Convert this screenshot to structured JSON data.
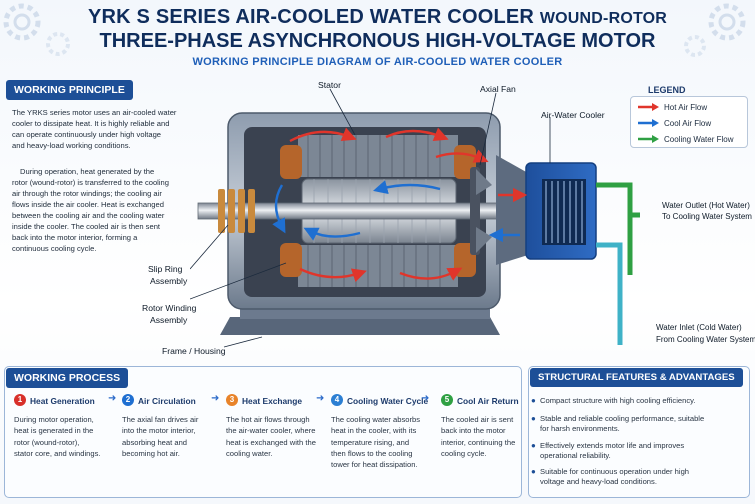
{
  "header": {
    "title_line1_main": "YRK S SERIES  AIR-COOLED WATER COOLER",
    "title_line1_small": "WOUND-ROTOR",
    "title_line2": "THREE-PHASE ASYNCHRONOUS HIGH-VOLTAGE MOTOR",
    "subtitle": "WORKING PRINCIPLE DIAGRAM OF AIR-COOLED WATER COOLER"
  },
  "working_principle": {
    "heading": "WORKING PRINCIPLE",
    "para1": [
      "The YRKS series motor uses an air-cooled water",
      "cooler to dissipate heat. It is highly reliable and",
      "can operate continuously under high voltage",
      "and heavy-load working conditions."
    ],
    "para2": [
      "During operation, heat generated by the",
      "rotor (wound-rotor) is transferred to the cooling",
      "air through the rotor windings; the cooling air",
      "flows inside the air cooler. Heat is exchanged",
      "between the cooling air and the cooling water",
      "inside the cooler. The cooled air is then sent",
      "back into the motor interior, forming a",
      "continuous cooling cycle."
    ]
  },
  "diagram_labels": {
    "stator": "Stator",
    "axial_fan": "Axial Fan",
    "air_water_cooler": "Air-Water Cooler",
    "slip_ring": [
      "Slip Ring",
      "Assembly"
    ],
    "rotor_winding": [
      "Rotor Winding",
      "Assembly"
    ],
    "frame": "Frame / Housing",
    "water_outlet": [
      "Water Outlet (Hot Water)",
      "To Cooling Water System"
    ],
    "water_inlet": [
      "Water Inlet (Cold Water)",
      "From Cooling Water System"
    ]
  },
  "legend": {
    "title": "LEGEND",
    "items": [
      {
        "label": "Hot Air Flow",
        "color": "#e0352b"
      },
      {
        "label": "Cool Air Flow",
        "color": "#1f6fd1"
      },
      {
        "label": "Cooling Water Flow",
        "color": "#2fa043"
      }
    ]
  },
  "working_process": {
    "heading": "WORKING PROCESS",
    "steps": [
      {
        "num": "1",
        "title": "Heat Generation",
        "color": "#d8302a",
        "text": [
          "During motor operation,",
          "heat is generated in the",
          "rotor (wound-rotor),",
          "stator core, and windings."
        ]
      },
      {
        "num": "2",
        "title": "Air Circulation",
        "color": "#1f6fd1",
        "text": [
          "The axial fan drives air",
          "into the motor interior,",
          "absorbing heat and",
          "becoming hot air."
        ]
      },
      {
        "num": "3",
        "title": "Heat Exchange",
        "color": "#e8832a",
        "text": [
          "The hot air flows through",
          "the air-water cooler, where",
          "heat is exchanged with the",
          "cooling water."
        ]
      },
      {
        "num": "4",
        "title": "Cooling Water Cycle",
        "color": "#2c7fd3",
        "text": [
          "The cooling water absorbs",
          "heat in the cooler, with its",
          "temperature rising, and",
          "then flows to the cooling",
          "tower for heat dissipation."
        ]
      },
      {
        "num": "5",
        "title": "Cool Air Return",
        "color": "#2fa043",
        "text": [
          "The cooled air is sent",
          "back into the motor",
          "interior, continuing the",
          "cooling cycle."
        ]
      }
    ]
  },
  "features": {
    "heading": "STRUCTURAL FEATURES & ADVANTAGES",
    "items": [
      [
        "Compact structure with high cooling efficiency."
      ],
      [
        "Stable and reliable cooling performance, suitable",
        "for harsh environments."
      ],
      [
        "Effectively extends motor life and improves",
        "operational reliability."
      ],
      [
        "Suitable for continuous operation under high",
        "voltage and heavy-load conditions."
      ]
    ]
  }
}
